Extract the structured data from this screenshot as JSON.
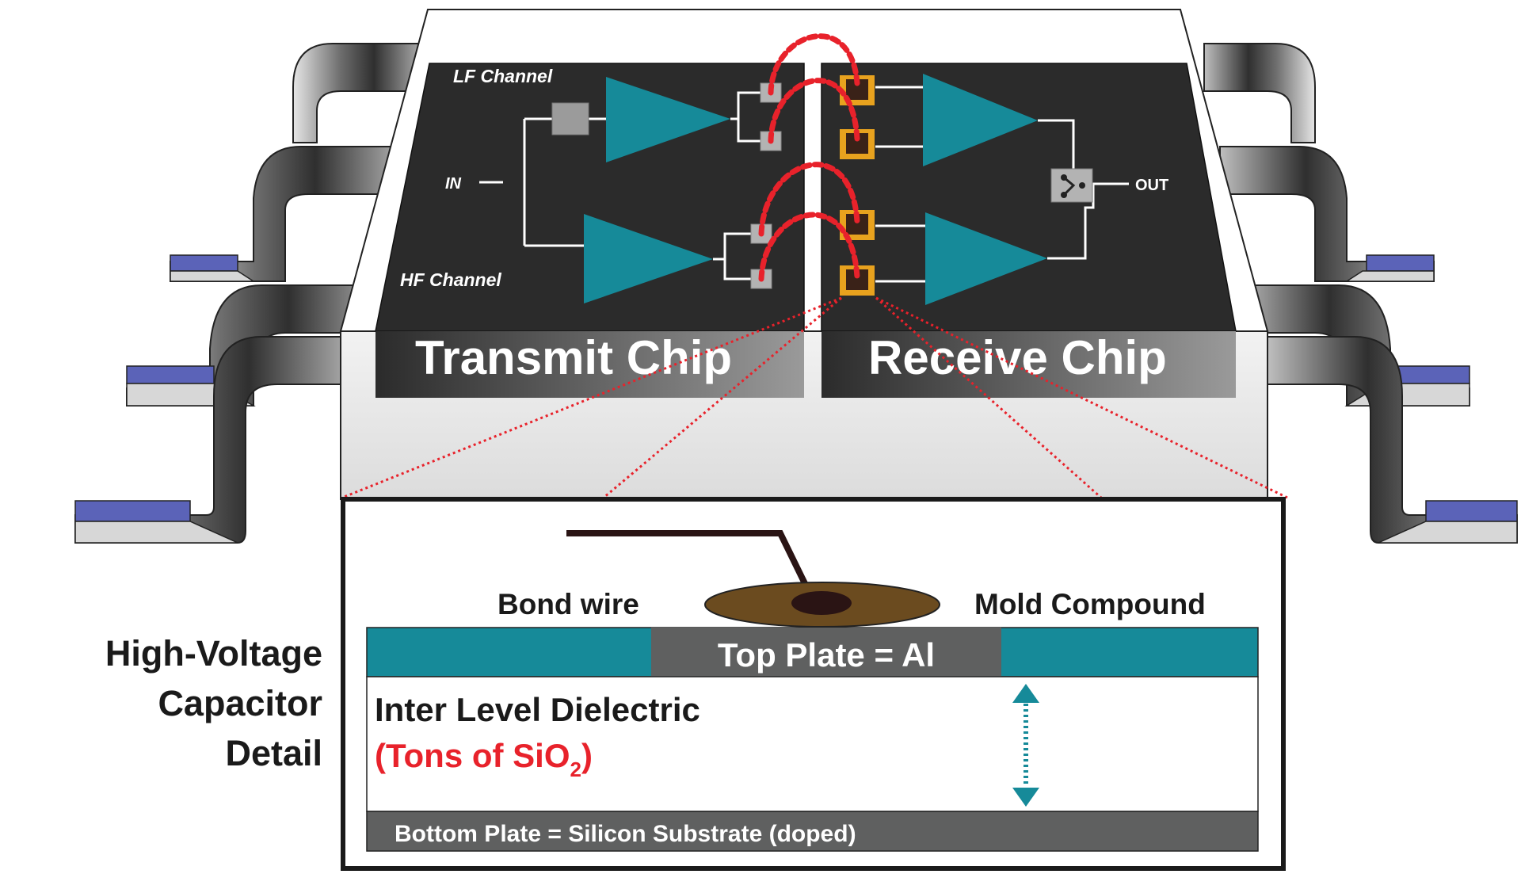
{
  "transmit_chip": {
    "label": "Transmit Chip",
    "lf_channel": "LF Channel",
    "hf_channel": "HF Channel",
    "input": "IN"
  },
  "receive_chip": {
    "label": "Receive Chip",
    "output": "OUT"
  },
  "detail": {
    "title_line1": "High-Voltage",
    "title_line2": "Capacitor",
    "title_line3": "Detail",
    "bond_wire": "Bond wire",
    "mold_compound": "Mold Compound",
    "top_plate": "Top Plate = Al",
    "dielectric": "Inter Level Dielectric",
    "dielectric_note_prefix": "(Tons of SiO",
    "dielectric_note_sub": "2",
    "dielectric_note_suffix": ")",
    "bottom_plate": "Bottom Plate = Silicon Substrate (doped)"
  },
  "colors": {
    "amplifier": "#168a99",
    "chip": "#2b2b2b",
    "bond_wire": "#e8222b",
    "pad_rx": "#e8a21e",
    "plate_teal": "#168a99",
    "plate_gray": "#5f6060",
    "highlight_red": "#e8222b"
  }
}
